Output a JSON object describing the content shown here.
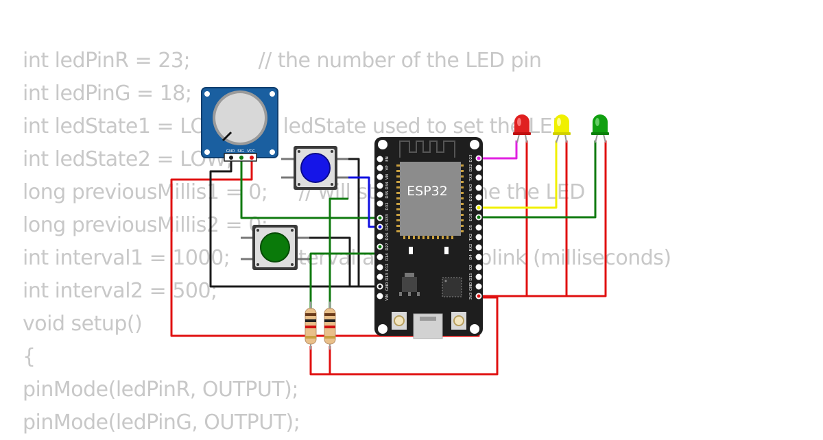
{
  "code_lines": [
    "int ledPinR = 23;           // the number of the LED pin",
    "int ledPinG = 18;",
    "int ledState1 = LOW;     // ledState used to set the LED",
    "int ledState2 = LOW;",
    "long previousMillis1 = 0;     // will store last time the LED",
    "long previousMillis2 = 0;",
    "int interval1 = 1000;     // interval at which to blink (milliseconds)",
    "int interval2 = 500;",
    "void setup()",
    "{",
    "pinMode(ledPinR, OUTPUT);",
    "pinMode(ledPinG, OUTPUT);"
  ],
  "board": {
    "chip_label": "ESP32",
    "left_pins": [
      "EN",
      "VP",
      "VN",
      "D34",
      "D35",
      "D32",
      "D33",
      "D25",
      "D26",
      "D27",
      "D14",
      "D12",
      "D13",
      "GND",
      "VIN"
    ],
    "right_pins": [
      "D23",
      "D22",
      "TX0",
      "RX0",
      "D21",
      "D19",
      "D18",
      "D5",
      "TX2",
      "RX2",
      "D4",
      "D2",
      "D15",
      "GND",
      "3V3"
    ]
  },
  "potentiometer": {
    "pins": [
      "GND",
      "SIG",
      "VCC"
    ]
  },
  "colors": {
    "wire_red": "#e01010",
    "wire_black": "#1a1a1a",
    "wire_green": "#0f7a0f",
    "wire_blue": "#1010e0",
    "wire_yellow": "#f0f000",
    "wire_magenta": "#e020e0",
    "board": "#1e1e1e",
    "pot_board": "#1a5fa0",
    "button_blue": "#1515e8",
    "button_green": "#0a7a0a",
    "led_red": "#e02020",
    "led_yellow": "#f0f000",
    "led_green": "#10a010"
  }
}
